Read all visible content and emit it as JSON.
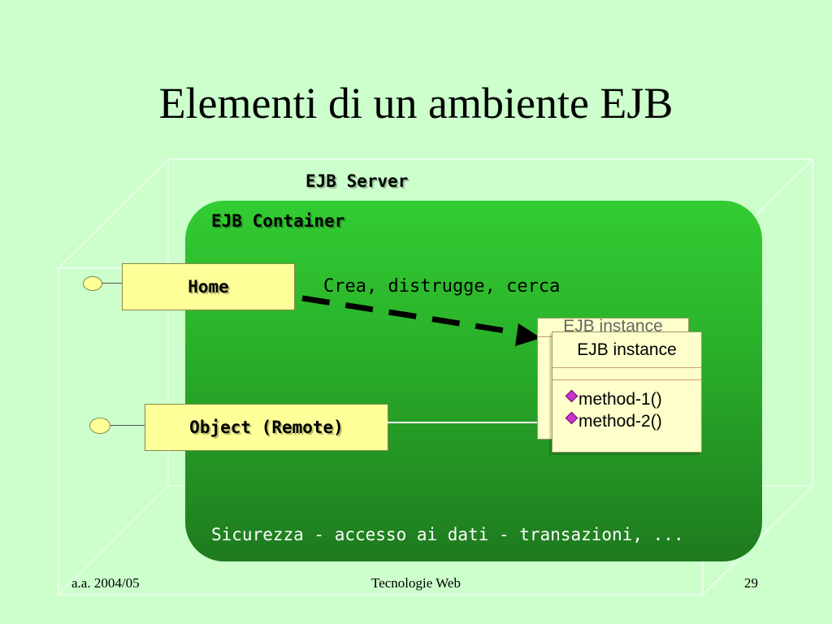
{
  "slide": {
    "title": "Elementi di un ambiente EJB",
    "colors": {
      "background": "#ccffcc",
      "container": "#2bb52b",
      "box": "#ffff99",
      "arrow": "#000000"
    }
  },
  "diagram": {
    "server_label": "EJB Server",
    "container_label": "EJB Container",
    "home_label": "Home",
    "object_label": "Object (Remote)",
    "arrow_label": "Crea, distrugge, cerca",
    "footer_label": "Sicurezza - accesso ai dati - transazioni, ...",
    "instance_back_name": "EJB instance",
    "instance": {
      "name": "EJB instance",
      "methods": [
        "method-1()",
        "method-2()"
      ]
    }
  },
  "footer": {
    "left": "a.a. 2004/05",
    "center": "Tecnologie Web",
    "right": "29"
  }
}
